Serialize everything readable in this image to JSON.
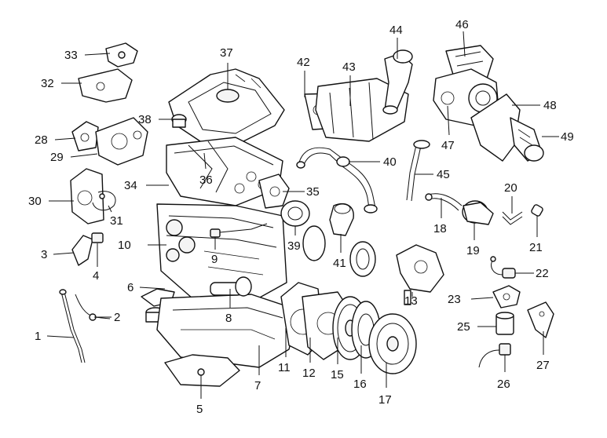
{
  "diagram": {
    "callouts": [
      {
        "id": "c1",
        "label": "1"
      },
      {
        "id": "c2",
        "label": "2"
      },
      {
        "id": "c3",
        "label": "3"
      },
      {
        "id": "c4",
        "label": "4"
      },
      {
        "id": "c5",
        "label": "5"
      },
      {
        "id": "c6",
        "label": "6"
      },
      {
        "id": "c7",
        "label": "7"
      },
      {
        "id": "c8",
        "label": "8"
      },
      {
        "id": "c9",
        "label": "9"
      },
      {
        "id": "c10",
        "label": "10"
      },
      {
        "id": "c11",
        "label": "11"
      },
      {
        "id": "c12",
        "label": "12"
      },
      {
        "id": "c13",
        "label": "13"
      },
      {
        "id": "c15",
        "label": "15"
      },
      {
        "id": "c16",
        "label": "16"
      },
      {
        "id": "c17",
        "label": "17"
      },
      {
        "id": "c18",
        "label": "18"
      },
      {
        "id": "c19",
        "label": "19"
      },
      {
        "id": "c20",
        "label": "20"
      },
      {
        "id": "c21",
        "label": "21"
      },
      {
        "id": "c22",
        "label": "22"
      },
      {
        "id": "c23",
        "label": "23"
      },
      {
        "id": "c25",
        "label": "25"
      },
      {
        "id": "c26",
        "label": "26"
      },
      {
        "id": "c27",
        "label": "27"
      },
      {
        "id": "c28",
        "label": "28"
      },
      {
        "id": "c29",
        "label": "29"
      },
      {
        "id": "c30",
        "label": "30"
      },
      {
        "id": "c31",
        "label": "31"
      },
      {
        "id": "c32",
        "label": "32"
      },
      {
        "id": "c33",
        "label": "33"
      },
      {
        "id": "c34",
        "label": "34"
      },
      {
        "id": "c35",
        "label": "35"
      },
      {
        "id": "c36",
        "label": "36"
      },
      {
        "id": "c37",
        "label": "37"
      },
      {
        "id": "c38",
        "label": "38"
      },
      {
        "id": "c39",
        "label": "39"
      },
      {
        "id": "c40",
        "label": "40"
      },
      {
        "id": "c41",
        "label": "41"
      },
      {
        "id": "c42",
        "label": "42"
      },
      {
        "id": "c43",
        "label": "43"
      },
      {
        "id": "c44",
        "label": "44"
      },
      {
        "id": "c45",
        "label": "45"
      },
      {
        "id": "c46",
        "label": "46"
      },
      {
        "id": "c47",
        "label": "47"
      },
      {
        "id": "c48",
        "label": "48"
      },
      {
        "id": "c49",
        "label": "49"
      }
    ]
  }
}
